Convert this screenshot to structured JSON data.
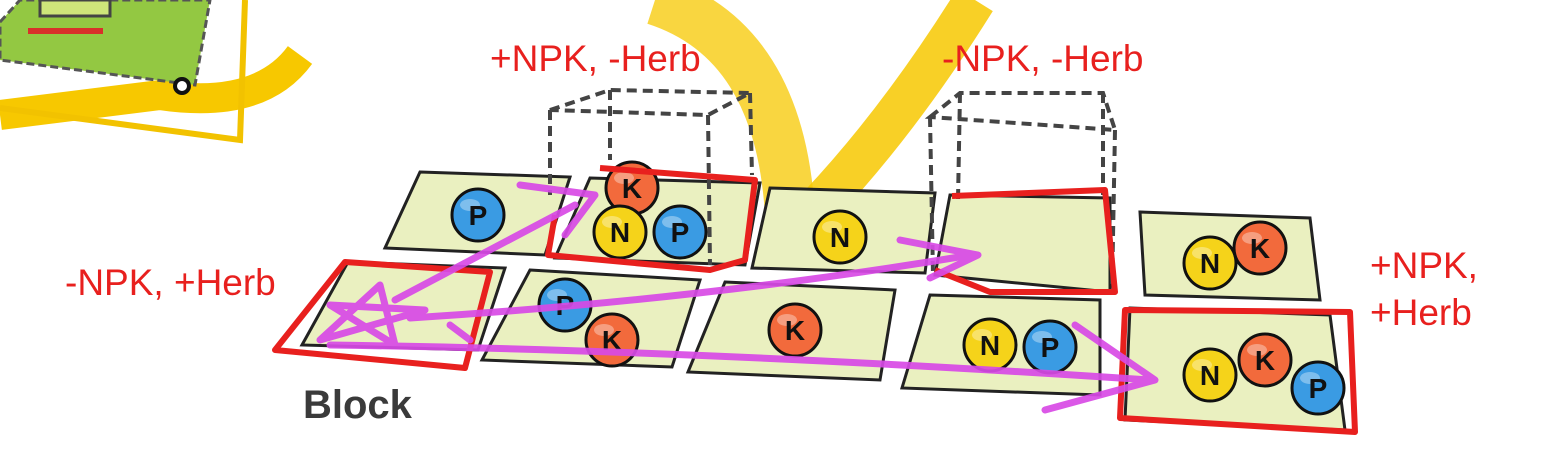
{
  "labels": {
    "top_left": "+NPK, -Herb",
    "top_right": "-NPK, -Herb",
    "left": "-NPK, +Herb",
    "right_line1": "+NPK,",
    "right_line2": "+Herb",
    "block": "Block"
  },
  "colors": {
    "plot_fill": "#eaf0c0",
    "annotation_red": "#e8201e",
    "arrow_magenta": "#d84ae6",
    "yellow_arc": "#f7c800",
    "N": "#f5d31a",
    "P": "#3a9be3",
    "K": "#f26a3c"
  },
  "plots": [
    {
      "name": "plot-r1-c1",
      "nutrients": [
        "P"
      ]
    },
    {
      "name": "plot-r1-c2",
      "nutrients": [
        "K",
        "N",
        "P"
      ]
    },
    {
      "name": "plot-r1-c3",
      "nutrients": [
        "N"
      ]
    },
    {
      "name": "plot-r1-c4",
      "nutrients": []
    },
    {
      "name": "plot-r1-c5",
      "nutrients": [
        "N",
        "K"
      ]
    },
    {
      "name": "plot-r2-c1",
      "nutrients": []
    },
    {
      "name": "plot-r2-c2",
      "nutrients": [
        "P",
        "K"
      ]
    },
    {
      "name": "plot-r2-c3",
      "nutrients": [
        "K"
      ]
    },
    {
      "name": "plot-r2-c4",
      "nutrients": [
        "N",
        "P"
      ]
    },
    {
      "name": "plot-r2-c5",
      "nutrients": [
        "N",
        "K",
        "P"
      ]
    }
  ]
}
